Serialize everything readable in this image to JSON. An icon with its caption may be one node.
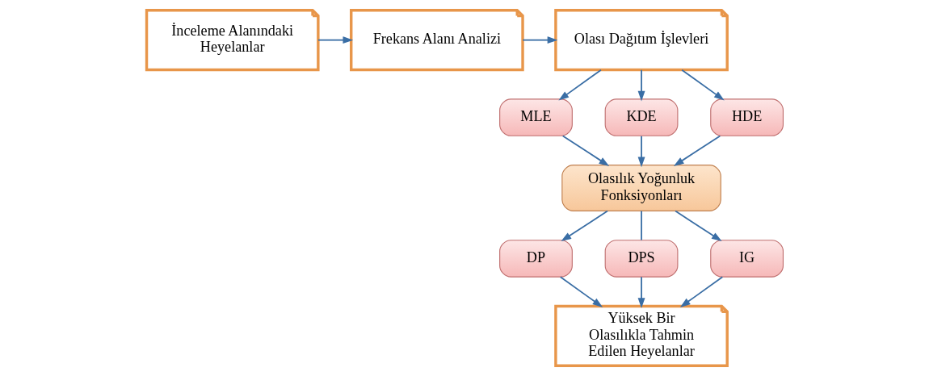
{
  "diagram": {
    "nodes": [
      {
        "text": [
          "İnceleme Alanındaki Heyelanlar"
        ]
      },
      {
        "text": [
          "Frekans Alanı Analizi"
        ]
      },
      {
        "text": [
          "Olası Dağıtım İşlevleri"
        ]
      },
      {
        "text": [
          "MLE"
        ]
      },
      {
        "text": [
          "KDE"
        ]
      },
      {
        "text": [
          "HDE"
        ]
      },
      {
        "text": [
          "DP"
        ]
      },
      {
        "text": [
          "DPS"
        ]
      },
      {
        "text": [
          "IG"
        ]
      },
      {
        "text": [
          "Olasılık Yoğunluk Fonksiyonları"
        ]
      },
      {
        "text": [
          "Yüksek Bir Olasılıkla Tahmin Edilen Heyelanlar"
        ]
      }
    ],
    "edges": [
      {
        "from": 0,
        "to": 1,
        "arrow": "to"
      },
      {
        "from": 1,
        "to": 2,
        "arrow": "to"
      },
      {
        "from": 2,
        "to": 3,
        "arrow": "to"
      },
      {
        "from": 2,
        "to": 4,
        "arrow": "to"
      },
      {
        "from": 2,
        "to": 5,
        "arrow": "to"
      },
      {
        "from": 3,
        "to": 9,
        "arrow": "to"
      },
      {
        "from": 4,
        "to": 9,
        "arrow": "to"
      },
      {
        "from": 5,
        "to": 9,
        "arrow": "to"
      },
      {
        "from": 9,
        "to": 6,
        "arrow": "to"
      },
      {
        "from": 9,
        "to": 7,
        "arrow": "none"
      },
      {
        "from": 9,
        "to": 8,
        "arrow": "to"
      },
      {
        "from": 6,
        "to": 10,
        "arrow": "to"
      },
      {
        "from": 7,
        "to": 10,
        "arrow": "to"
      },
      {
        "from": 8,
        "to": 10,
        "arrow": "to"
      }
    ]
  }
}
